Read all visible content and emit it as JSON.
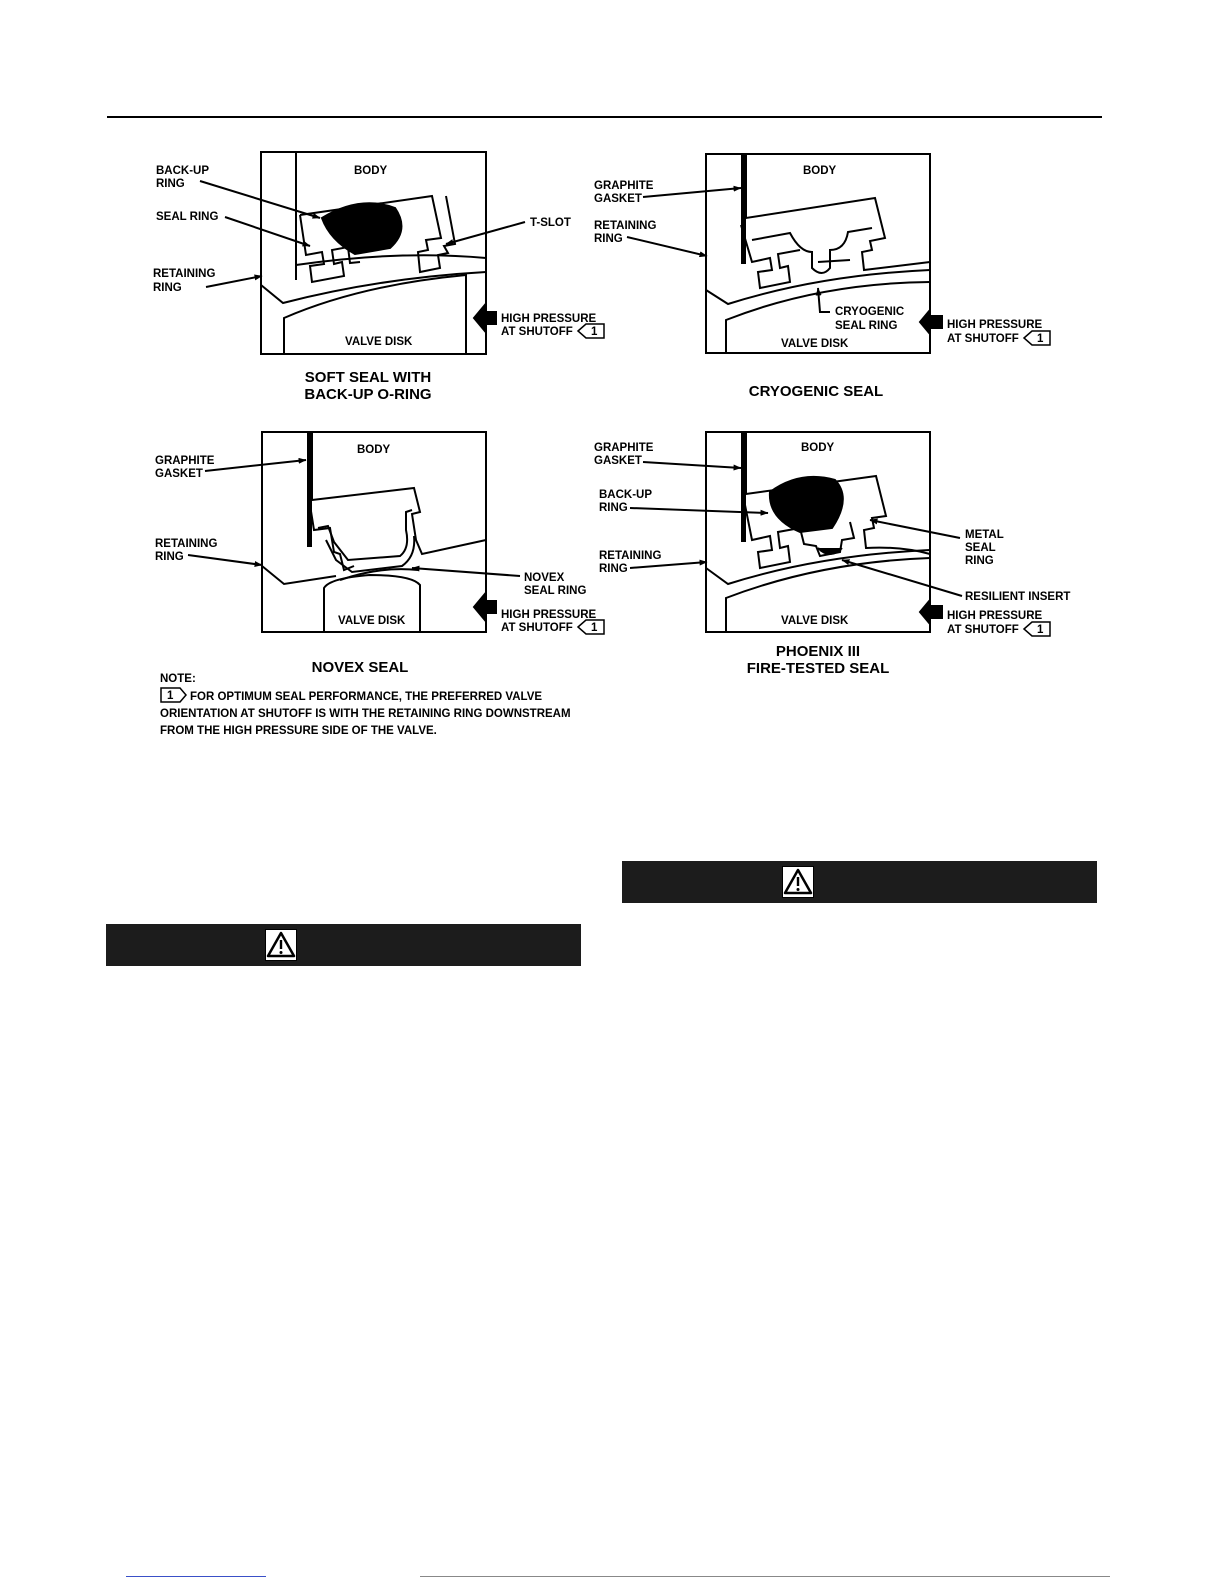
{
  "figure": {
    "soft_seal": {
      "body": "BODY",
      "backup_ring": [
        "BACK-UP",
        "RING"
      ],
      "seal_ring": "SEAL RING",
      "t_slot": "T-SLOT",
      "retaining_ring": [
        "RETAINING",
        "RING"
      ],
      "valve_disk": "VALVE DISK",
      "high_pressure": [
        "HIGH PRESSURE",
        "AT SHUTOFF"
      ],
      "caption": [
        "SOFT SEAL WITH",
        "BACK-UP O-RING"
      ]
    },
    "cryogenic_seal": {
      "body": "BODY",
      "graphite_gasket": [
        "GRAPHITE",
        "GASKET"
      ],
      "retaining_ring": [
        "RETAINING",
        "RING"
      ],
      "cryogenic_seal_ring": [
        "CRYOGENIC",
        "SEAL RING"
      ],
      "valve_disk": "VALVE DISK",
      "high_pressure": [
        "HIGH PRESSURE",
        "AT SHUTOFF"
      ],
      "caption": [
        "CRYOGENIC SEAL"
      ]
    },
    "novex_seal": {
      "body": "BODY",
      "graphite_gasket": [
        "GRAPHITE",
        "GASKET"
      ],
      "retaining_ring": [
        "RETAINING",
        "RING"
      ],
      "novex_seal_ring": [
        "NOVEX",
        "SEAL RING"
      ],
      "valve_disk": "VALVE DISK",
      "high_pressure": [
        "HIGH PRESSURE",
        "AT SHUTOFF"
      ],
      "caption": [
        "NOVEX SEAL"
      ]
    },
    "phoenix_seal": {
      "body": "BODY",
      "graphite_gasket": [
        "GRAPHITE",
        "GASKET"
      ],
      "backup_ring": [
        "BACK-UP",
        "RING"
      ],
      "retaining_ring": [
        "RETAINING",
        "RING"
      ],
      "metal_seal_ring": [
        "METAL",
        "SEAL",
        "RING"
      ],
      "resilient_insert": "RESILIENT INSERT",
      "valve_disk": "VALVE DISK",
      "high_pressure": [
        "HIGH PRESSURE",
        "AT SHUTOFF"
      ],
      "caption": [
        "PHOENIX III",
        "FIRE-TESTED SEAL"
      ]
    },
    "note_marker": "1",
    "note": {
      "heading": "NOTE:",
      "lines": [
        "FOR OPTIMUM SEAL PERFORMANCE, THE PREFERRED VALVE",
        "ORIENTATION AT SHUTOFF IS WITH THE RETAINING RING DOWNSTREAM",
        "FROM THE HIGH PRESSURE SIDE OF THE VALVE."
      ]
    }
  },
  "warnings": [
    {
      "icon": "warning-triangle-icon"
    },
    {
      "icon": "warning-triangle-icon"
    }
  ],
  "colors": {
    "warning_bar": "#1c1c1c",
    "ink": "#000000"
  }
}
